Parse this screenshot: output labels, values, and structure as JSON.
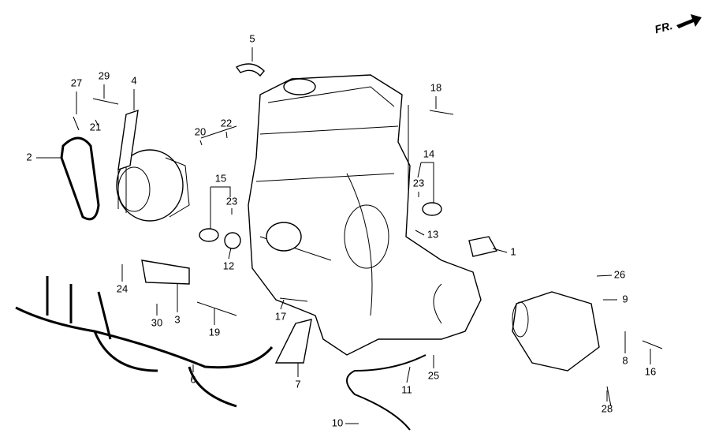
{
  "diagram": {
    "direction_marker": "FR.",
    "callouts": [
      "5",
      "27",
      "29",
      "4",
      "18",
      "20",
      "22",
      "21",
      "2",
      "14",
      "15",
      "23",
      "23",
      "13",
      "1",
      "12",
      "26",
      "24",
      "9",
      "30",
      "3",
      "19",
      "17",
      "8",
      "16",
      "6",
      "7",
      "11",
      "25",
      "28",
      "10"
    ]
  }
}
